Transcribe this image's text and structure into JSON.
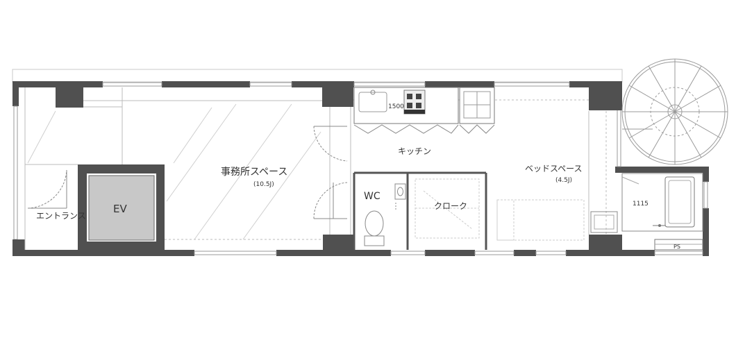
{
  "rooms": {
    "entrance": "エントランス",
    "elevator": "EV",
    "office": "事務所スペース",
    "office_size": "(10.5J)",
    "kitchen": "キッチン",
    "wc": "WC",
    "closet": "クローク",
    "bed": "ベッドスペース",
    "bed_size": "(4.5J)"
  },
  "dims": {
    "kitchen_width": "1500",
    "bath_width": "1115"
  },
  "fixtures": {
    "stove_label": "ㅡ  ㅡ",
    "shaft": "PS"
  },
  "colors": {
    "wall": "#505050",
    "elevator_fill": "#c8c8c8",
    "line": "#777777",
    "light_line": "#bbbbbb"
  }
}
